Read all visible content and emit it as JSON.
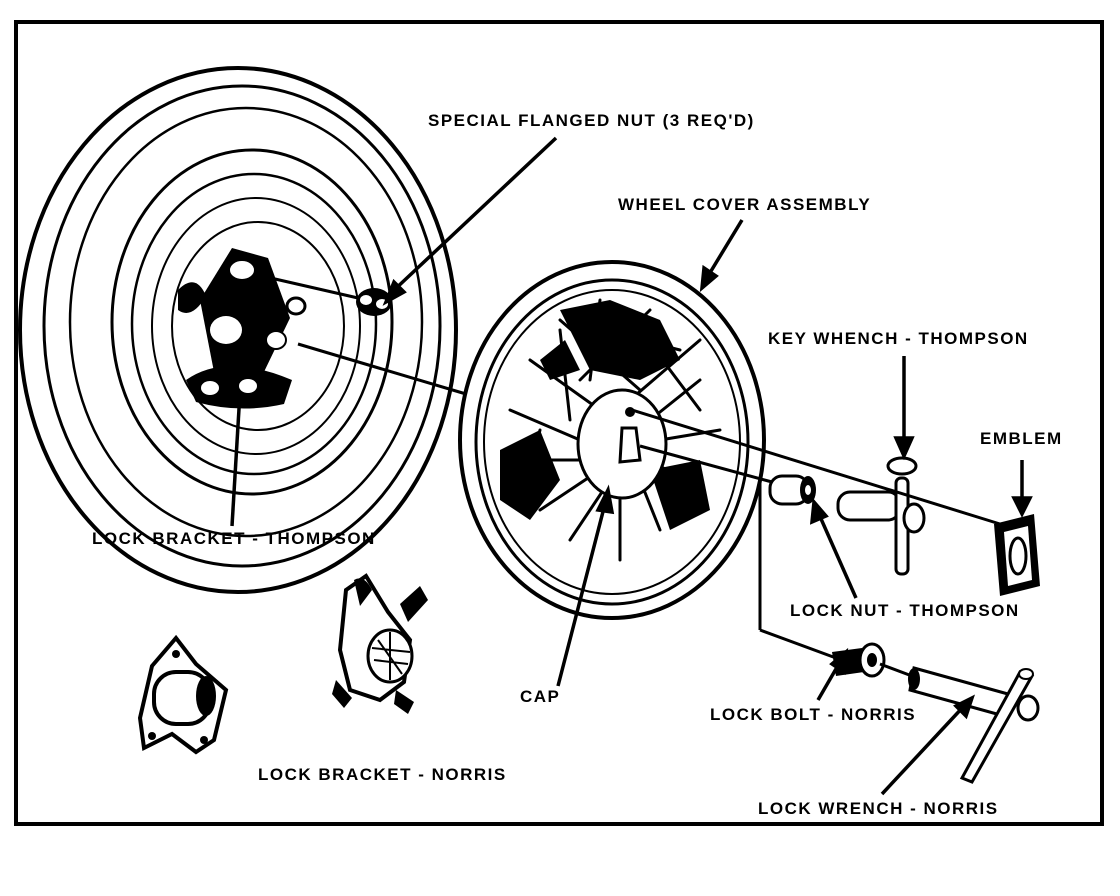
{
  "labels": {
    "special_flanged_nut": "SPECIAL FLANGED NUT (3 REQ'D)",
    "wheel_cover_assembly": "WHEEL COVER ASSEMBLY",
    "key_wrench_thompson": "KEY WHENCH - THOMPSON",
    "emblem": "EMBLEM",
    "lock_bracket_thompson": "LOCK BRACKET - THOMPSON",
    "lock_nut_thompson": "LOCK NUT - THOMPSON",
    "cap": "CAP",
    "lock_bolt_norris": "LOCK BOLT - NORRIS",
    "lock_bracket_norris": "LOCK BRACKET - NORRIS",
    "lock_wrench_norris": "LOCK WRENCH - NORRIS"
  },
  "colors": {
    "ink": "#000000",
    "paper": "#ffffff"
  }
}
